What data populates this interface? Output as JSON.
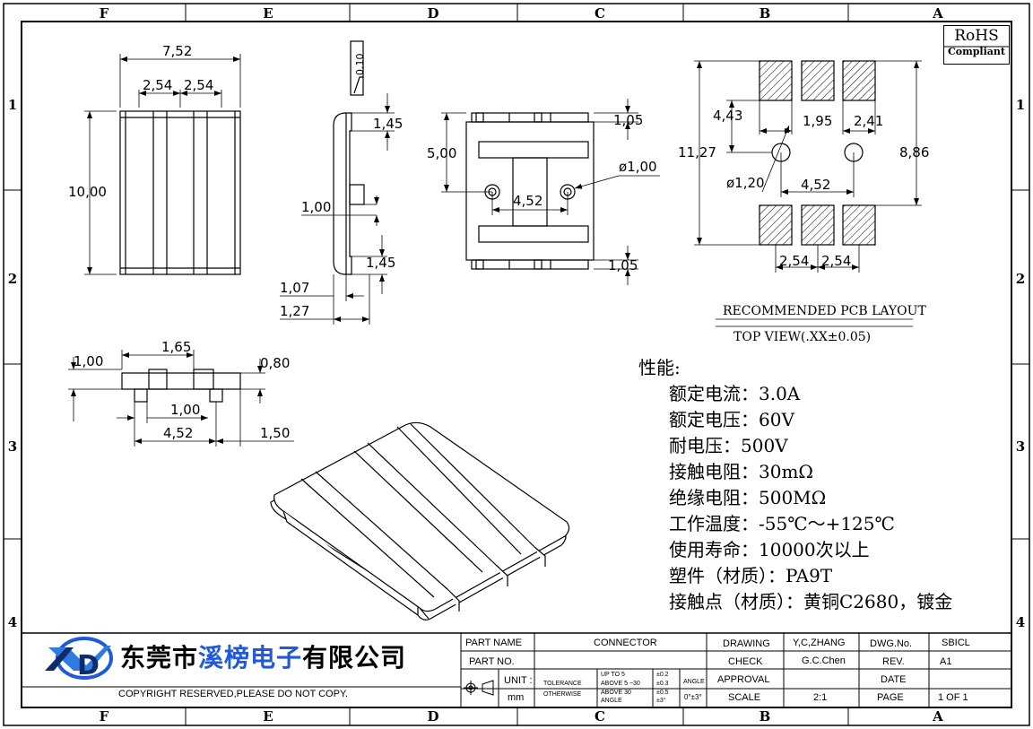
{
  "border": {
    "columns": [
      "F",
      "E",
      "D",
      "C",
      "B",
      "A"
    ],
    "rows": [
      "1",
      "2",
      "3",
      "4"
    ]
  },
  "rohs": {
    "line1": "RoHS",
    "line2": "Compliant"
  },
  "dims": {
    "front_width": "7,52",
    "front_pitch_a": "2,54",
    "front_pitch_b": "2,54",
    "front_height": "10,00",
    "side_t": "0,10",
    "side_a": "1,45",
    "side_b": "1,00",
    "side_c": "1,45",
    "side_d": "1,07",
    "side_e": "1,27",
    "bottom_a": "1,05",
    "bottom_h": "5,00",
    "bottom_hole": "ø1,00",
    "bottom_pitch": "4,52",
    "bottom_b": "1,05",
    "lower_a": "1,00",
    "lower_b": "1,65",
    "lower_c": "0,80",
    "lower_d": "1,00",
    "lower_e": "4,52",
    "lower_f": "1,50",
    "pcb_a": "4,43",
    "pcb_b": "1,95",
    "pcb_c": "2,41",
    "pcb_total": "11,27",
    "pcb_inner": "8,86",
    "pcb_hole": "ø1,20",
    "pcb_pitch": "4,52",
    "pcb_p1": "2,54",
    "pcb_p2": "2,54"
  },
  "pcb_layout": {
    "title": "RECOMMENDED PCB LAYOUT",
    "subtitle": "TOP VIEW(.XX±0.05)"
  },
  "specs": {
    "heading": "性能:",
    "items": [
      "额定电流：3.0A",
      "额定电压：60V",
      "耐电压：500V",
      "接触电阻：30mΩ",
      "绝缘电阻：500MΩ",
      "工作温度：-55℃～+125℃",
      "使用寿命：10000次以上",
      "塑件（材质）：PA9T",
      "接触点（材质）：黄铜C2680，镀金"
    ]
  },
  "company": {
    "part1": "东莞市",
    "part2": "溪榜电子",
    "part3": "有限公司"
  },
  "copyright": "COPYRIGHT RESERVED,PLEASE DO NOT COPY.",
  "titleblock": {
    "part_name_label": "PART NAME",
    "part_name": "CONNECTOR",
    "part_no_label": "PART NO.",
    "unit_label": "UNIT :",
    "unit": "mm",
    "tol_label1": "TOLERANCE",
    "tol_label2": "OTHERWISE",
    "tol_r1": "UP TO 5",
    "tol_r2": "ABOVE 5 ~30",
    "tol_r3": "ABOVE 30",
    "tol_r4": "ANGLE",
    "tol_v1": "±0.2",
    "tol_v2": "±0.3",
    "tol_v3": "±0.5",
    "tol_v4": "±3°",
    "angle_label": "ANGLE",
    "angle_val": "0°±3°",
    "drawing_label": "DRAWING",
    "drawing": "Y,C,ZHANG",
    "check_label": "CHECK",
    "check": "G.C.Chen",
    "approval_label": "APPROVAL",
    "scale_label": "SCALE",
    "scale": "2:1",
    "dwg_label": "DWG.No.",
    "dwg": "SBICL",
    "rev_label": "REV.",
    "rev": "A1",
    "date_label": "DATE",
    "page_label": "PAGE",
    "page": "1 OF 1"
  }
}
